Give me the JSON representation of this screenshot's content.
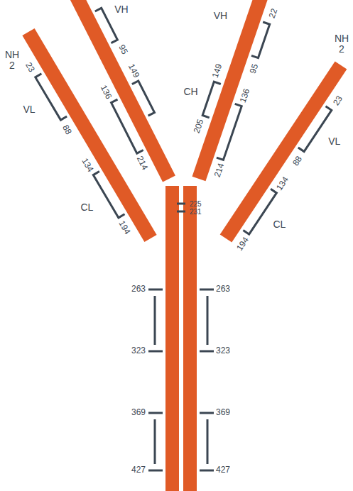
{
  "diagram": {
    "labels": [
      "VH",
      "95",
      "NH 2",
      "23",
      "VL",
      "88",
      "149",
      "136",
      "214",
      "134",
      "194",
      "CL",
      "VH",
      "22",
      "95",
      "NH 2",
      "23",
      "88",
      "VL",
      "CH",
      "205",
      "149",
      "136",
      "214",
      "134",
      "194",
      "CL",
      "225",
      "231",
      "263",
      "263",
      "323",
      "323",
      "369",
      "369",
      "427",
      "427"
    ]
  }
}
